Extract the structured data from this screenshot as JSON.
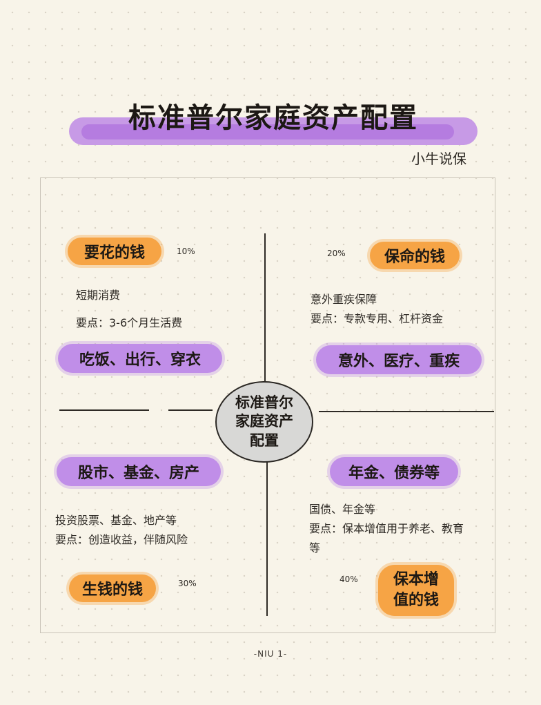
{
  "title": "标准普尔家庭资产配置",
  "author": "小牛说保",
  "center": "标准普尔家庭资产配置",
  "quadrants": {
    "spend": {
      "label": "要花的钱",
      "percent": "10%",
      "line1": "短期消费",
      "line2": "要点：3-6个月生活费",
      "examples": "吃饭、出行、穿衣"
    },
    "protect": {
      "label": "保命的钱",
      "percent": "20%",
      "line1": "意外重疾保障",
      "line2": "要点：专款专用、杠杆资金",
      "examples": "意外、医疗、重疾"
    },
    "grow": {
      "label": "生钱的钱",
      "percent": "30%",
      "line1": "投资股票、基金、地产等",
      "line2": "要点：创造收益，伴随风险",
      "examples": "股市、基金、房产"
    },
    "preserve": {
      "label_line1": "保本增",
      "label_line2": "值的钱",
      "percent": "40%",
      "line1": "国债、年金等",
      "line2": "要点：保本增值用于养老、教育等",
      "examples": "年金、债券等"
    }
  },
  "footer": "-NIU 1-",
  "colors": {
    "orange": "#f6a445",
    "purple": "#c08ee8",
    "title_highlight": "#c79ae6",
    "background": "#f8f4e9"
  }
}
